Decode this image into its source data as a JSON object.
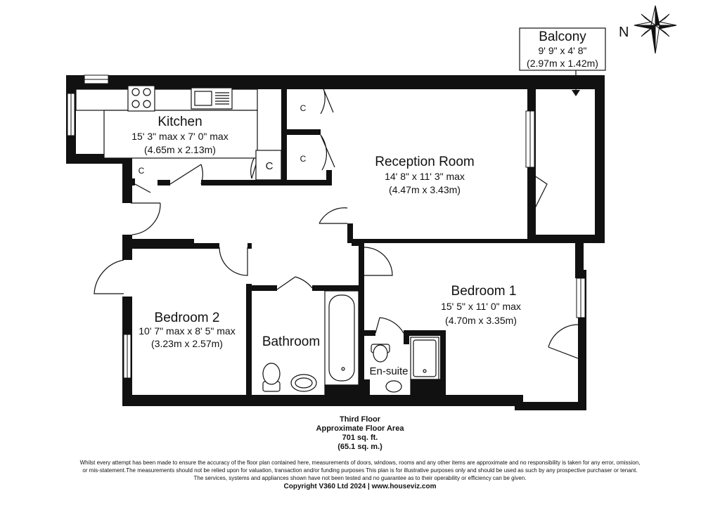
{
  "rooms": {
    "kitchen": {
      "name": "Kitchen",
      "dim_imperial": "15' 3\" max x 7' 0\" max",
      "dim_metric": "(4.65m x 2.13m)"
    },
    "reception": {
      "name": "Reception Room",
      "dim_imperial": "14' 8\" x 11' 3\" max",
      "dim_metric": "(4.47m x 3.43m)"
    },
    "balcony": {
      "name": "Balcony",
      "dim_imperial": "9' 9\" x 4' 8\"",
      "dim_metric": "(2.97m x 1.42m)"
    },
    "bedroom1": {
      "name": "Bedroom 1",
      "dim_imperial": "15' 5\" x 11' 0\" max",
      "dim_metric": "(4.70m x 3.35m)"
    },
    "bedroom2": {
      "name": "Bedroom 2",
      "dim_imperial": "10' 7\" max x 8' 5\" max",
      "dim_metric": "(3.23m x 2.57m)"
    },
    "bathroom": {
      "name": "Bathroom"
    },
    "ensuite": {
      "name": "En-suite"
    }
  },
  "closet_label": "C",
  "compass": {
    "north_label": "N"
  },
  "floor_info": {
    "floor": "Third Floor",
    "area_title": "Approximate Floor Area",
    "area_sqft": "701 sq. ft.",
    "area_sqm": "(65.1 sq. m.)"
  },
  "disclaimer": {
    "line1": "Whilst every attempt has been made to ensure the accuracy of the floor plan contained here, measurements of doors, windows, rooms and any other items are approximate and no responsibility is taken for any error, omission,",
    "line2": "or mis-statement.The measurements should not be relied upon for valuation, transaction and/or funding purposes This plan is for illustrative purposes only and should be used as such by any prospective purchaser or tenant.",
    "line3": "The services, systems and appliances shown have not been tested and no guarantee as to their operability or efficiency can be given.",
    "copyright": "Copyright V360 Ltd 2024 | www.houseviz.com"
  }
}
